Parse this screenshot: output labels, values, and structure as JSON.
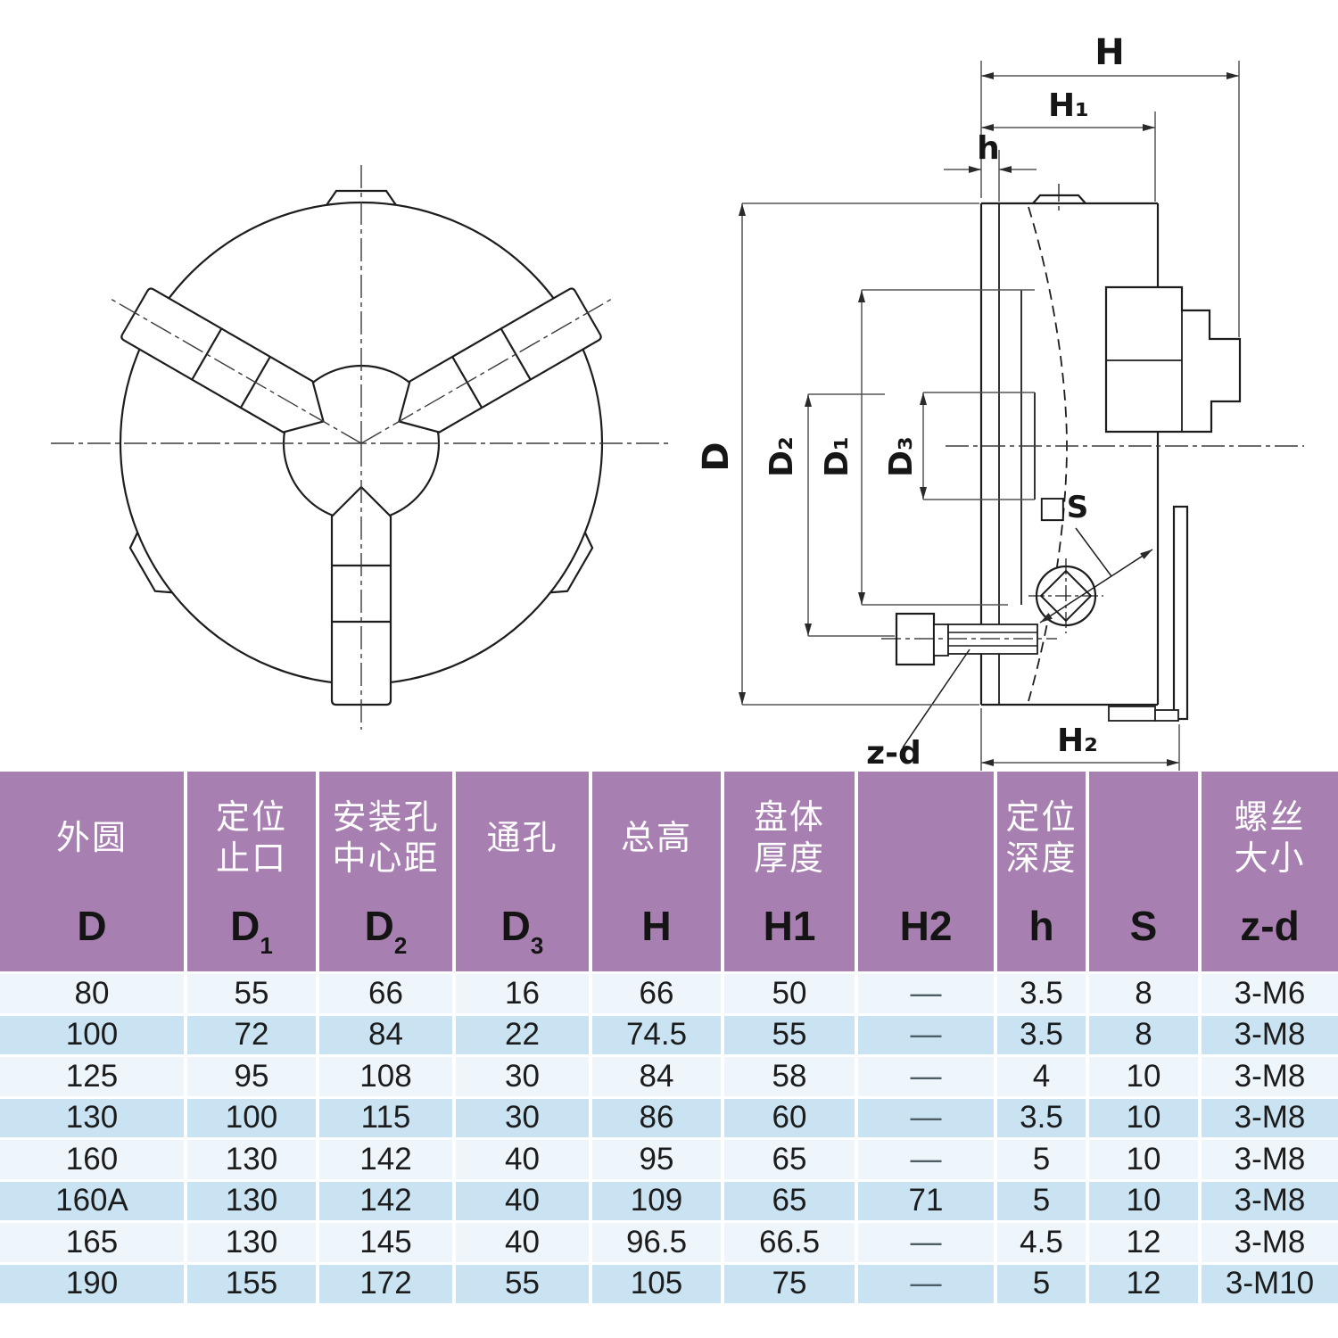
{
  "diagram": {
    "labels": {
      "H": "H",
      "H1": "H₁",
      "h": "h",
      "D": "D",
      "D2": "D₂",
      "D1": "D₁",
      "D3": "D₃",
      "S": "□S",
      "zd": "z-d",
      "H2": "H₂"
    }
  },
  "table": {
    "colors": {
      "header_bg": "#a77fb0",
      "row_light": "#eef5fb",
      "row_blue": "#c9e3f3",
      "header_text": "#ffffff",
      "body_text": "#1c1c1c"
    },
    "columns": [
      {
        "name": [
          "外圆"
        ],
        "label": "D",
        "sub": false
      },
      {
        "name": [
          "定位",
          "止口"
        ],
        "label": "D1",
        "sub": true
      },
      {
        "name": [
          "安装孔",
          "中心距"
        ],
        "label": "D2",
        "sub": true
      },
      {
        "name": [
          "通孔"
        ],
        "label": "D3",
        "sub": true
      },
      {
        "name": [
          "总高"
        ],
        "label": "H",
        "sub": false
      },
      {
        "name": [
          "盘体",
          "厚度"
        ],
        "label": "H1",
        "sub": false
      },
      {
        "name": [],
        "label": "H2",
        "sub": false
      },
      {
        "name": [
          "定位",
          "深度"
        ],
        "label": "h",
        "sub": false
      },
      {
        "name": [],
        "label": "S",
        "sub": false
      },
      {
        "name": [
          "螺丝",
          "大小"
        ],
        "label": "z-d",
        "sub": false
      }
    ],
    "rows": [
      [
        "80",
        "55",
        "66",
        "16",
        "66",
        "50",
        "—",
        "3.5",
        "8",
        "3-M6"
      ],
      [
        "100",
        "72",
        "84",
        "22",
        "74.5",
        "55",
        "—",
        "3.5",
        "8",
        "3-M8"
      ],
      [
        "125",
        "95",
        "108",
        "30",
        "84",
        "58",
        "—",
        "4",
        "10",
        "3-M8"
      ],
      [
        "130",
        "100",
        "115",
        "30",
        "86",
        "60",
        "—",
        "3.5",
        "10",
        "3-M8"
      ],
      [
        "160",
        "130",
        "142",
        "40",
        "95",
        "65",
        "—",
        "5",
        "10",
        "3-M8"
      ],
      [
        "160A",
        "130",
        "142",
        "40",
        "109",
        "65",
        "71",
        "5",
        "10",
        "3-M8"
      ],
      [
        "165",
        "130",
        "145",
        "40",
        "96.5",
        "66.5",
        "—",
        "4.5",
        "12",
        "3-M8"
      ],
      [
        "190",
        "155",
        "172",
        "55",
        "105",
        "75",
        "—",
        "5",
        "12",
        "3-M10"
      ]
    ]
  }
}
